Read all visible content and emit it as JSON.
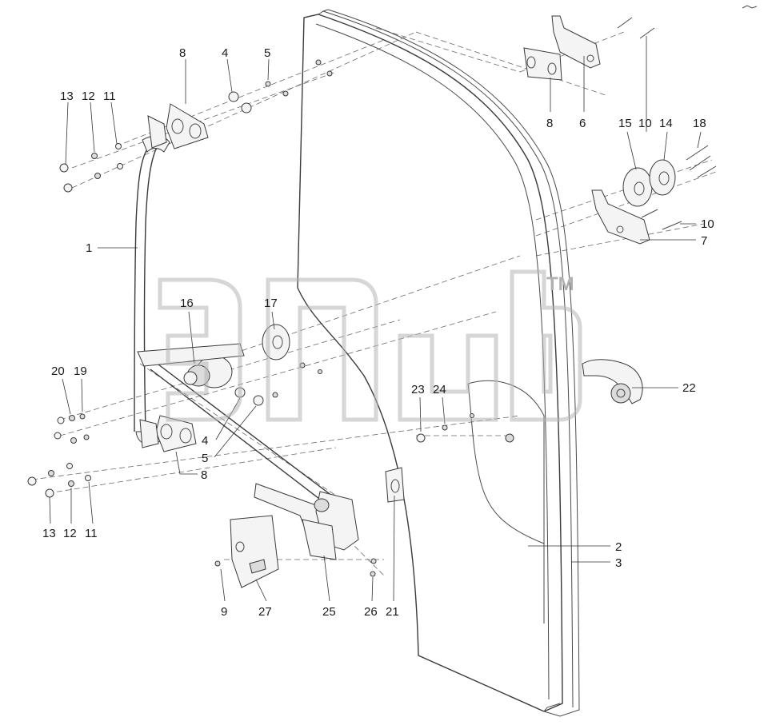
{
  "diagram": {
    "callouts": [
      {
        "id": "c8a",
        "text": "8"
      },
      {
        "id": "c4a",
        "text": "4"
      },
      {
        "id": "c5a",
        "text": "5"
      },
      {
        "id": "c13a",
        "text": "13"
      },
      {
        "id": "c12a",
        "text": "12"
      },
      {
        "id": "c11a",
        "text": "11"
      },
      {
        "id": "c8b",
        "text": "8"
      },
      {
        "id": "c6",
        "text": "6"
      },
      {
        "id": "c15",
        "text": "15"
      },
      {
        "id": "c10a",
        "text": "10"
      },
      {
        "id": "c14",
        "text": "14"
      },
      {
        "id": "c18",
        "text": "18"
      },
      {
        "id": "c10b",
        "text": "10"
      },
      {
        "id": "c7",
        "text": "7"
      },
      {
        "id": "c1",
        "text": "1"
      },
      {
        "id": "c16",
        "text": "16"
      },
      {
        "id": "c17",
        "text": "17"
      },
      {
        "id": "c20",
        "text": "20"
      },
      {
        "id": "c19",
        "text": "19"
      },
      {
        "id": "c23",
        "text": "23"
      },
      {
        "id": "c24",
        "text": "24"
      },
      {
        "id": "c22",
        "text": "22"
      },
      {
        "id": "c4b",
        "text": "4"
      },
      {
        "id": "c5b",
        "text": "5"
      },
      {
        "id": "c8c",
        "text": "8"
      },
      {
        "id": "c13b",
        "text": "13"
      },
      {
        "id": "c12b",
        "text": "12"
      },
      {
        "id": "c11b",
        "text": "11"
      },
      {
        "id": "c2",
        "text": "2"
      },
      {
        "id": "c3",
        "text": "3"
      },
      {
        "id": "c9",
        "text": "9"
      },
      {
        "id": "c27",
        "text": "27"
      },
      {
        "id": "c25",
        "text": "25"
      },
      {
        "id": "c26",
        "text": "26"
      },
      {
        "id": "c21",
        "text": "21"
      }
    ],
    "watermark_tm": "TM"
  }
}
